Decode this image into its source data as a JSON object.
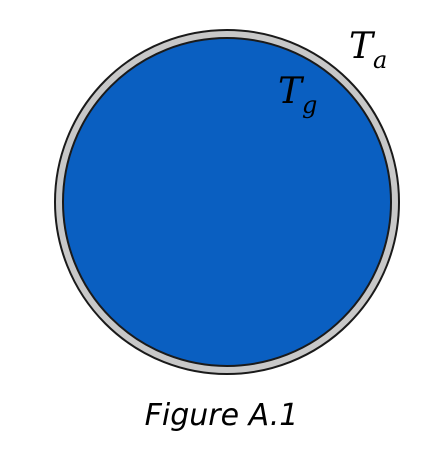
{
  "diagram": {
    "outer_label": {
      "symbol": "T",
      "subscript": "a"
    },
    "inner_label": {
      "symbol": "T",
      "subscript": "g"
    }
  },
  "caption": "Figure A.1",
  "colors": {
    "shell_fill": "#c8c8c8",
    "core_fill": "#0a5fc1",
    "stroke": "#1a1a1a",
    "background": "#ffffff"
  }
}
